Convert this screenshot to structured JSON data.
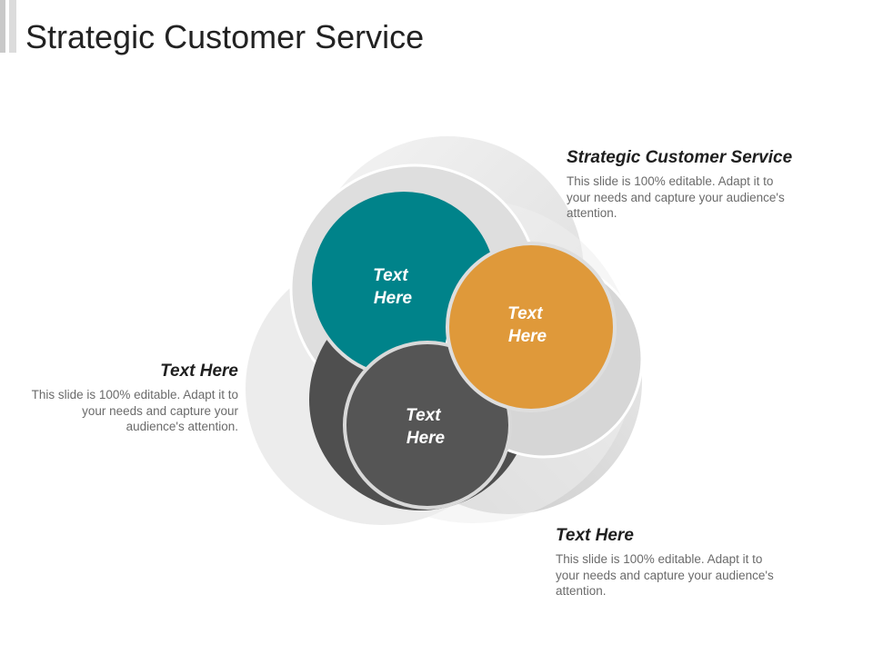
{
  "slide": {
    "title": "Strategic Customer Service"
  },
  "diagram": {
    "circles": [
      {
        "id": "teal",
        "line1": "Text",
        "line2": "Here",
        "color": "#00838a"
      },
      {
        "id": "orange",
        "line1": "Text",
        "line2": "Here",
        "color": "#df993a"
      },
      {
        "id": "dark",
        "line1": "Text",
        "line2": "Here",
        "color": "#555555"
      }
    ],
    "ring_colors": {
      "light": "#ececec",
      "mid": "#d4d4d4",
      "outline": "#bdbdbd"
    }
  },
  "callouts": {
    "top_right": {
      "heading": "Strategic Customer Service",
      "body": "This slide is 100% editable. Adapt it to your needs and capture your audience's attention."
    },
    "left": {
      "heading": "Text Here",
      "body": "This slide is 100% editable. Adapt it to your needs and capture your audience's attention."
    },
    "bottom_right": {
      "heading": "Text Here",
      "body": "This slide is 100% editable. Adapt it to your needs and capture your audience's attention."
    }
  }
}
